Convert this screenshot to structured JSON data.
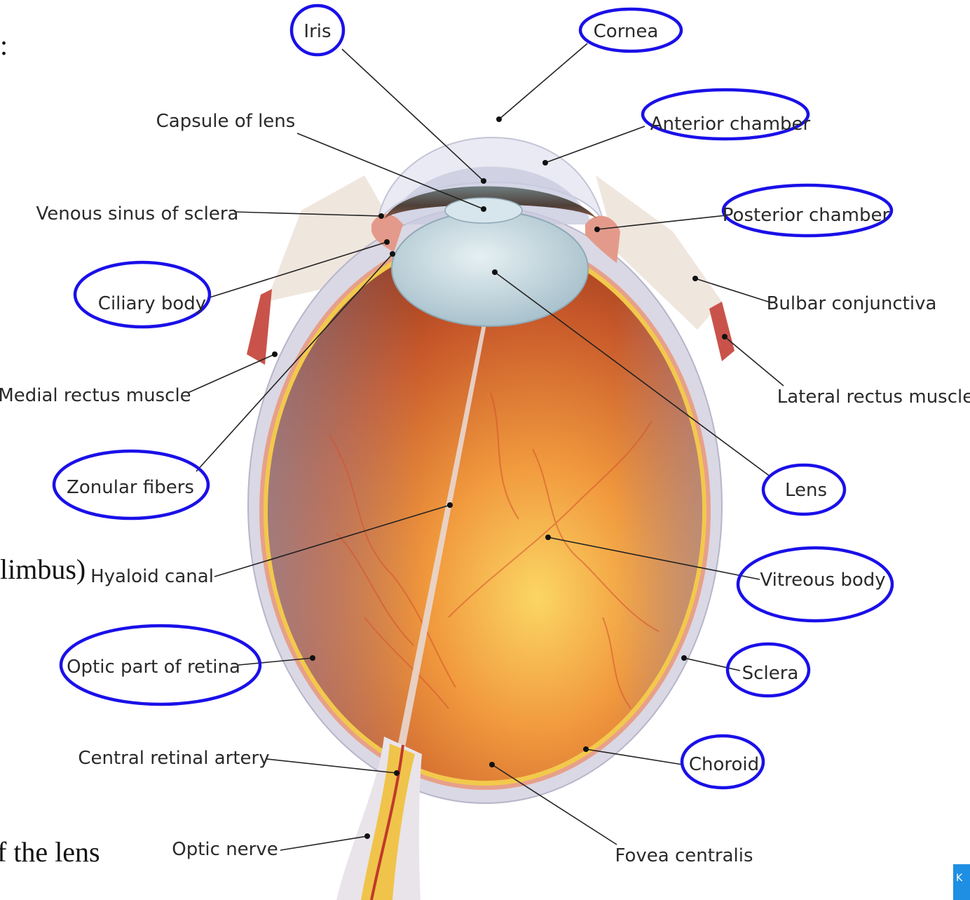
{
  "labels": {
    "iris": "Iris",
    "cornea": "Cornea",
    "capsule_of_lens": "Capsule of lens",
    "anterior_chamber": "Anterior chamber",
    "venous_sinus": "Venous sinus of sclera",
    "posterior_chamber": "Posterior chamber",
    "ciliary_body": "Ciliary body",
    "bulbar_conjunctiva": "Bulbar conjunctiva",
    "medial_rectus": "Medial rectus muscle",
    "lateral_rectus": "Lateral rectus muscle",
    "zonular_fibers": "Zonular fibers",
    "lens": "Lens",
    "hyaloid_canal": "Hyaloid canal",
    "vitreous_body": "Vitreous body",
    "optic_retina": "Optic part of retina",
    "sclera": "Sclera",
    "central_retinal_artery": "Central retinal artery",
    "choroid": "Choroid",
    "optic_nerve": "Optic nerve",
    "fovea": "Fovea centralis"
  },
  "overlay_text": {
    "colon": ":",
    "limbus": "limbus)",
    "the_lens": "f the lens"
  },
  "watermark": "K",
  "colors": {
    "circle": "#1a10e8",
    "vitreous_center": "#f9c54a",
    "vitreous_edge": "#b84a1c",
    "retina": "#f2c94c",
    "lens": "#c9dde6"
  }
}
